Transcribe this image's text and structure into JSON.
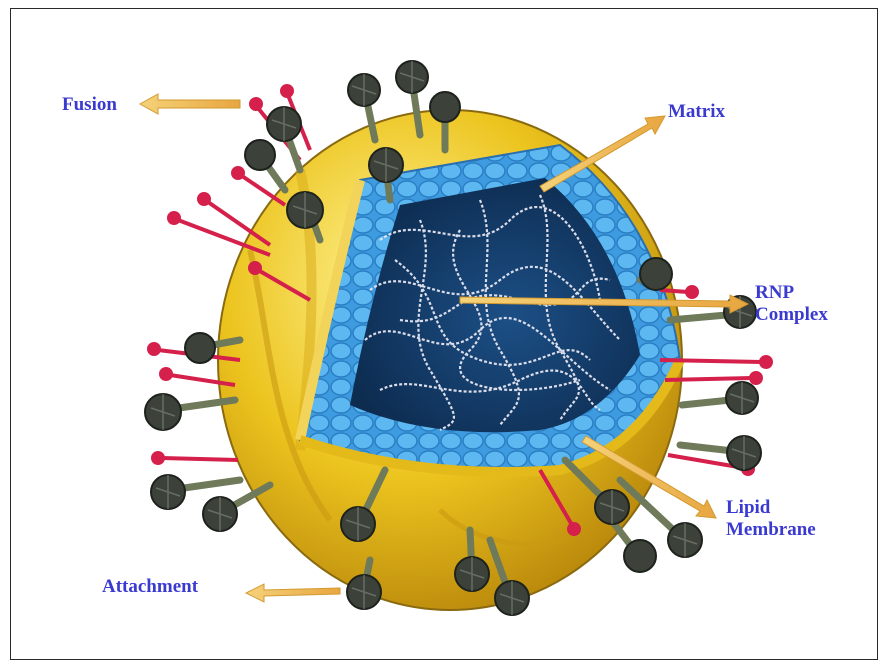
{
  "labels": {
    "fusion": "Fusion",
    "matrix": "Matrix",
    "rnp": "RNP\nComplex",
    "lipid": "Lipid\nMembrane",
    "attachment": "Attachment"
  },
  "colors": {
    "label": "#3a3ad0",
    "envelope": "#e9c21c",
    "matrix_layer": "#4aa6e6",
    "core": "#123a66",
    "rna": "#e8e8f0",
    "fusion_spike": "#d4204a",
    "attachment_stalk": "#6f7a5a",
    "attachment_head": "#3c413a",
    "arrow": "#f3c25a"
  },
  "icons": {
    "fusion_spike": "red-pin-spike-icon",
    "attachment_spike": "mushroom-spike-icon"
  }
}
